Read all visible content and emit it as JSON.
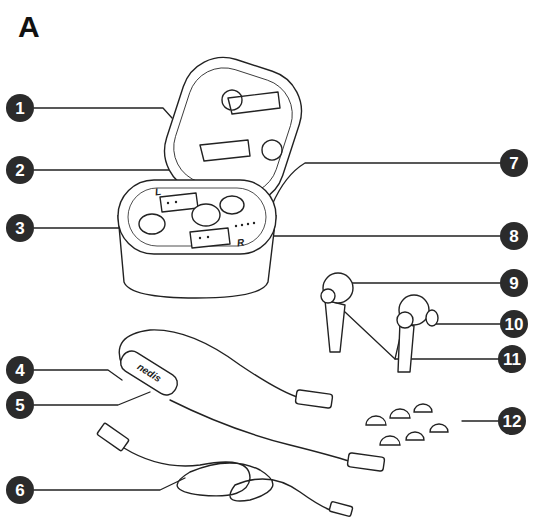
{
  "diagram": {
    "title": "A",
    "labels": [
      "1",
      "2",
      "3",
      "4",
      "5",
      "6",
      "7",
      "8",
      "9",
      "10",
      "11",
      "12",
      "L",
      "R",
      "nedis"
    ]
  }
}
